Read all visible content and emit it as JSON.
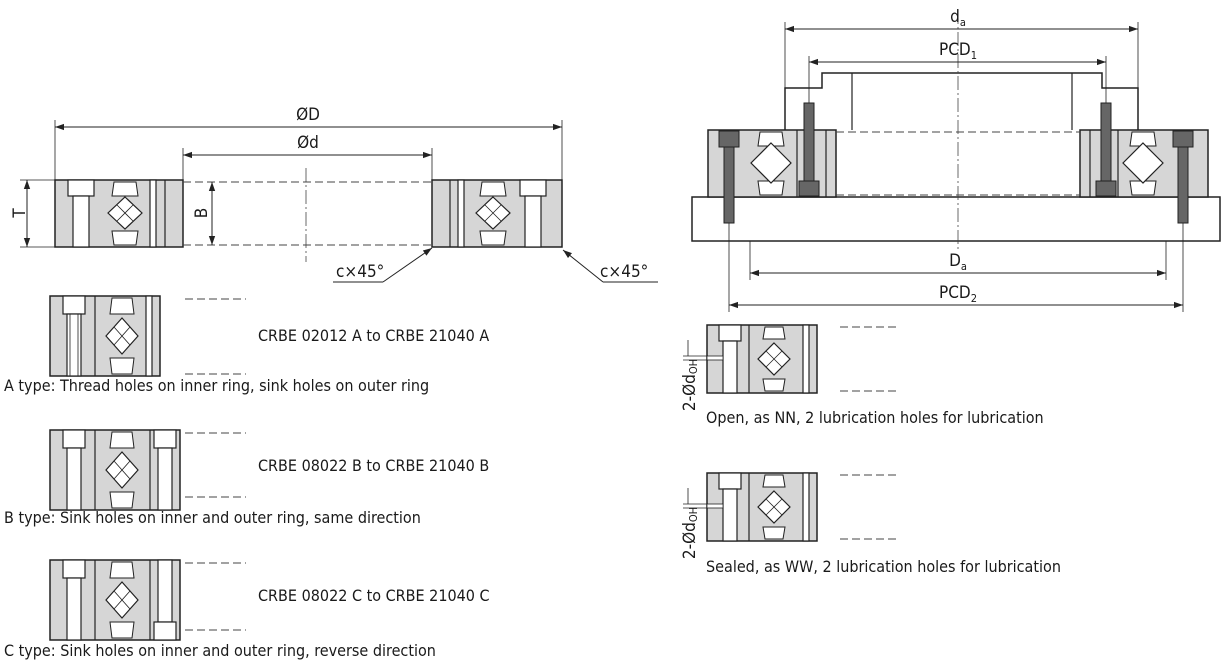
{
  "main_drawing": {
    "dim_outer": "ØD",
    "dim_inner": "Ød",
    "dim_height": "T",
    "dim_width": "B",
    "chamfer_left": "c×45°",
    "chamfer_right": "c×45°"
  },
  "types": [
    {
      "range": "CRBE 02012 A to CRBE 21040 A",
      "caption": "A type: Thread holes on inner ring, sink holes on outer ring"
    },
    {
      "range": "CRBE 08022 B to CRBE 21040 B",
      "caption": "B type: Sink holes on inner and outer ring, same direction"
    },
    {
      "range": "CRBE 08022 C to CRBE 21040 C",
      "caption": "C type: Sink holes on inner and outer ring, reverse direction"
    }
  ],
  "mounting_drawing": {
    "da_main": "d",
    "da_sub": "a",
    "pcd1_main": "PCD",
    "pcd1_sub": "1",
    "Da_main": "D",
    "Da_sub": "a",
    "pcd2_main": "PCD",
    "pcd2_sub": "2"
  },
  "lubrication": {
    "hole_main": "2-Ød",
    "hole_sub": "OH",
    "open_caption": "Open, as NN, 2 lubrication holes for lubrication",
    "sealed_caption": "Sealed, as WW, 2 lubrication holes for lubrication"
  }
}
